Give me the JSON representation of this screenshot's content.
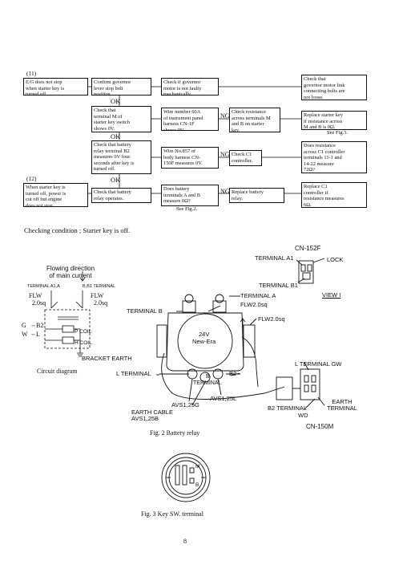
{
  "flow": {
    "case11_label": "(11)",
    "case12_label": "(12)",
    "ok": "OK",
    "ng": "NG",
    "b_stop": "E/G does not stop\nwhen starter key is\nturned off.",
    "b_confirm": "Confirm governor\nlever stop bolt\nposition.",
    "b_governor": "Check if governor\nmotor is not faulty\nmechanically.",
    "b_link": "Check that\ngovernor motor link\nconnecting bolts are\nnot loose.",
    "b_terminal_m": "Check that\nterminal M of\nstarter key switch\nshows 0V.",
    "b_wire60a": "Wire number 60A\nof instrument panel\nharness CN-1F\nshows 0V.",
    "b_resist_mb": "Check resistance\nacross terminals M\nand B on starter\nkey.",
    "b_replace_key": "Replace starter key\nif resistance across\nM and B is 0Ω.",
    "b_replace_key_ref": "See Fig.3.",
    "b_relay_b2": "Check that battery\nrelay terminal B2\nmeasures 0V four\nseconds after key is\nturned off.",
    "b_wire857": "Wire No.857 of\nbody harness CN-\n150F measures 0V.",
    "b_check_c1": "Check C1\ncontroller.",
    "b_c1_resist": "Does resistance\nacross C1 controller\nterminals 11-1 and\n14-22  measure\n72Ω?",
    "b_power_cut": "When starter key is\nturned off, power is\ncut off but engine\ndoes not stop.",
    "b_relay_operates": "Check that battery\nrelay operates.",
    "b_battery_ab": "Does battery\nterminals A and B\nmeasure 0Ω?",
    "b_battery_ab_ref": "See Fig.2.",
    "b_replace_relay": "Replace battery\nrelay.",
    "b_replace_c1": "Replace C1\ncontroller if\nresistance measures\n6Ω."
  },
  "checking_condition": "Checking condition ; Starter key is off.",
  "fig2": {
    "flowing_direction": "Flowing direction\nof main current",
    "term_a1a": "TERMINAL A1,A",
    "term_b_b1": "B,B1 TERMINAL",
    "flw_left": "FLW",
    "flw_left_size": "2.0sq",
    "flw_right": "FLW",
    "flw_right_size": "2.0sq",
    "g_b2": "G",
    "b2": "B2",
    "w_l": "W",
    "l": "L",
    "p_coil": "P COIL",
    "h_coil": "H COIL",
    "bracket_earth": "BRACKET EARTH",
    "circuit_diagram": "Circuit diagram",
    "cn152f": "CN-152F",
    "terminal_a1": "TERMINAL A1",
    "lock": "LOCK",
    "terminal_b1": "TERMINAL B1",
    "view": "VIEW  I",
    "terminal_b": "TERMINAL B",
    "terminal_a": "TERMINAL A",
    "flw20_1": "FLW2.0sq",
    "flw20_2": "FLW2.0sq",
    "relay_voltage": "24V",
    "relay_brand": "New-Era",
    "l_terminal": "L TERMINAL",
    "b_label": "B",
    "terminal": "TERMINAL",
    "b2_relay": "B2",
    "l_terminal_gw": "L TERMINAL GW",
    "avs125g": "AVS1,25G",
    "avs125l": "AVS1,25L",
    "earth_cable": "EARTH CABLE",
    "avs125b": "AVS1,25B",
    "b2_terminal": "B2 TERMINAL",
    "wd": "WD",
    "earth_terminal": "EARTH\nTERMINAL",
    "cn150m": "CN-150M",
    "caption": "Fig. 2   Battery relay"
  },
  "fig3": {
    "m": "M",
    "b": "B",
    "caption": "Fig. 3   Key SW. terminal"
  },
  "page_number": "8"
}
